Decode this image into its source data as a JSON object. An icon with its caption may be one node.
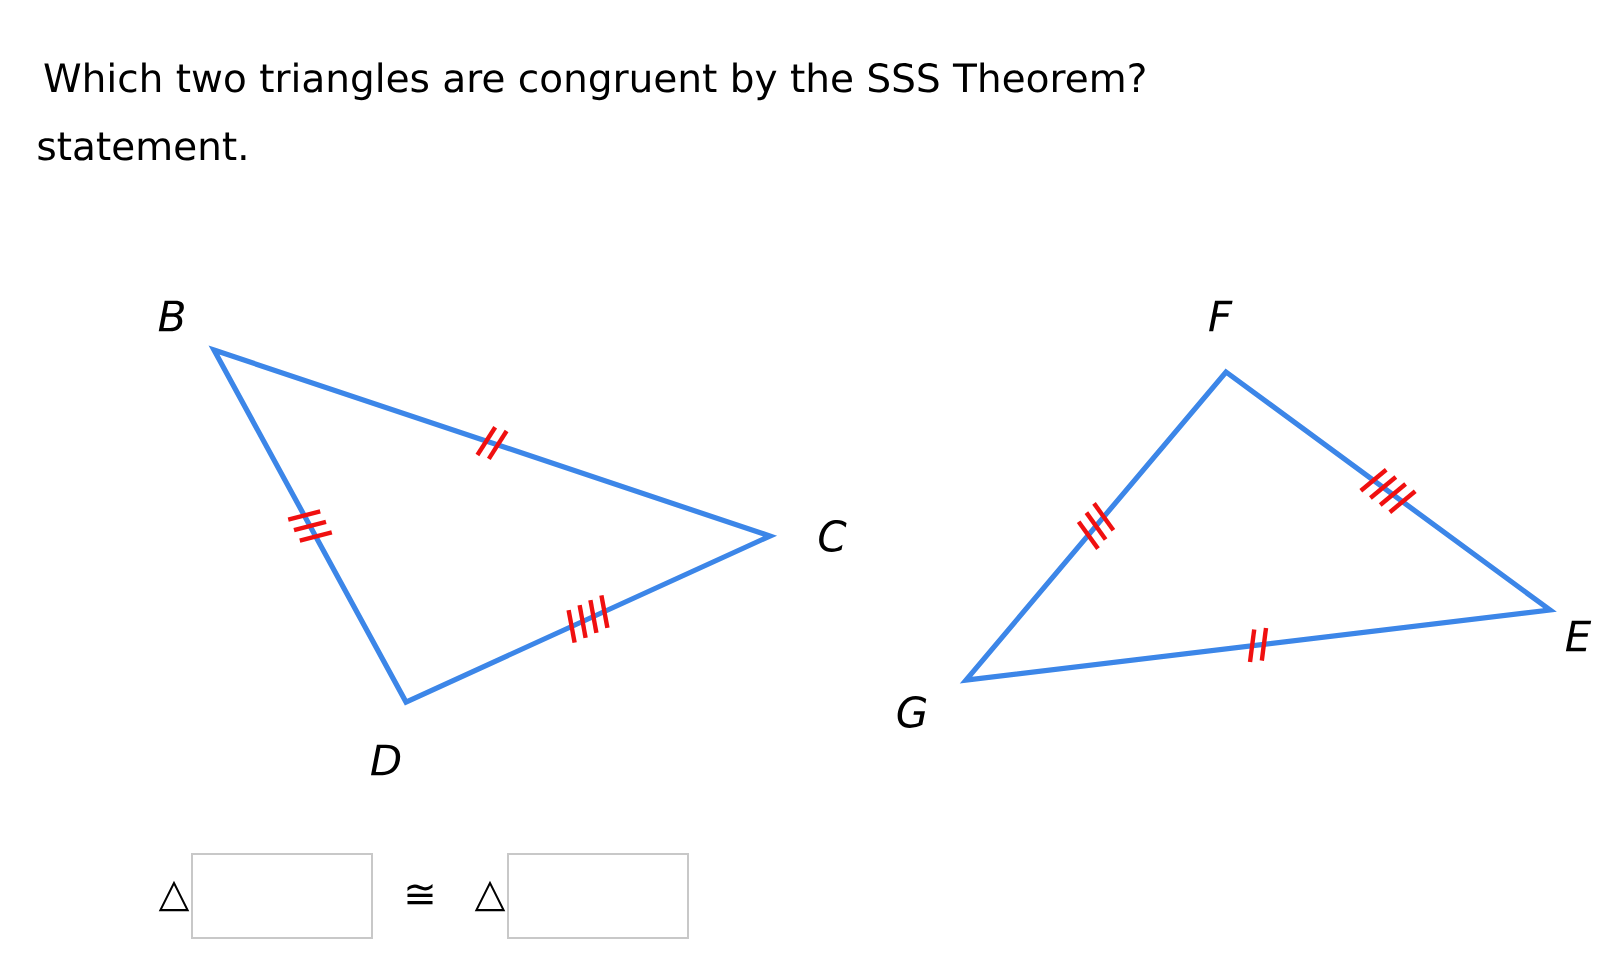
{
  "diagram": {
    "title": "Which two triangles are congruent by the SSS Theorem?",
    "labels": [
      "statement.",
      "B",
      "F",
      "C",
      "E",
      "G",
      "D",
      "△",
      "≅",
      "△"
    ]
  }
}
